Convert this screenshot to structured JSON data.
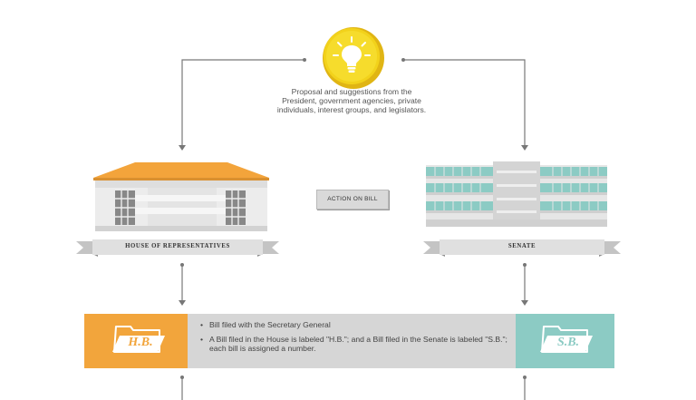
{
  "proposal": {
    "text_line1": "Proposal and suggestions from the",
    "text_line2": "President, government agencies, private",
    "text_line3": "individuals, interest groups, and legislators."
  },
  "house": {
    "label": "HOUSE OF REPRESENTATIVES"
  },
  "senate": {
    "label": "SENATE"
  },
  "action": {
    "label": "ACTION ON BILL"
  },
  "filing": {
    "house_badge": "H.B.",
    "senate_badge": "S.B.",
    "bullets": [
      "Bill filed with the Secretary General",
      "A Bill filed in the House is labeled \"H.B.\"; and a Bill filed in the Senate is labeled \"S.B.\"; each bill is assigned a number."
    ]
  },
  "colors": {
    "gold": "#f2cf1d",
    "orange": "#f2a53c",
    "teal": "#8ccbc4",
    "gray": "#d6d6d6"
  }
}
